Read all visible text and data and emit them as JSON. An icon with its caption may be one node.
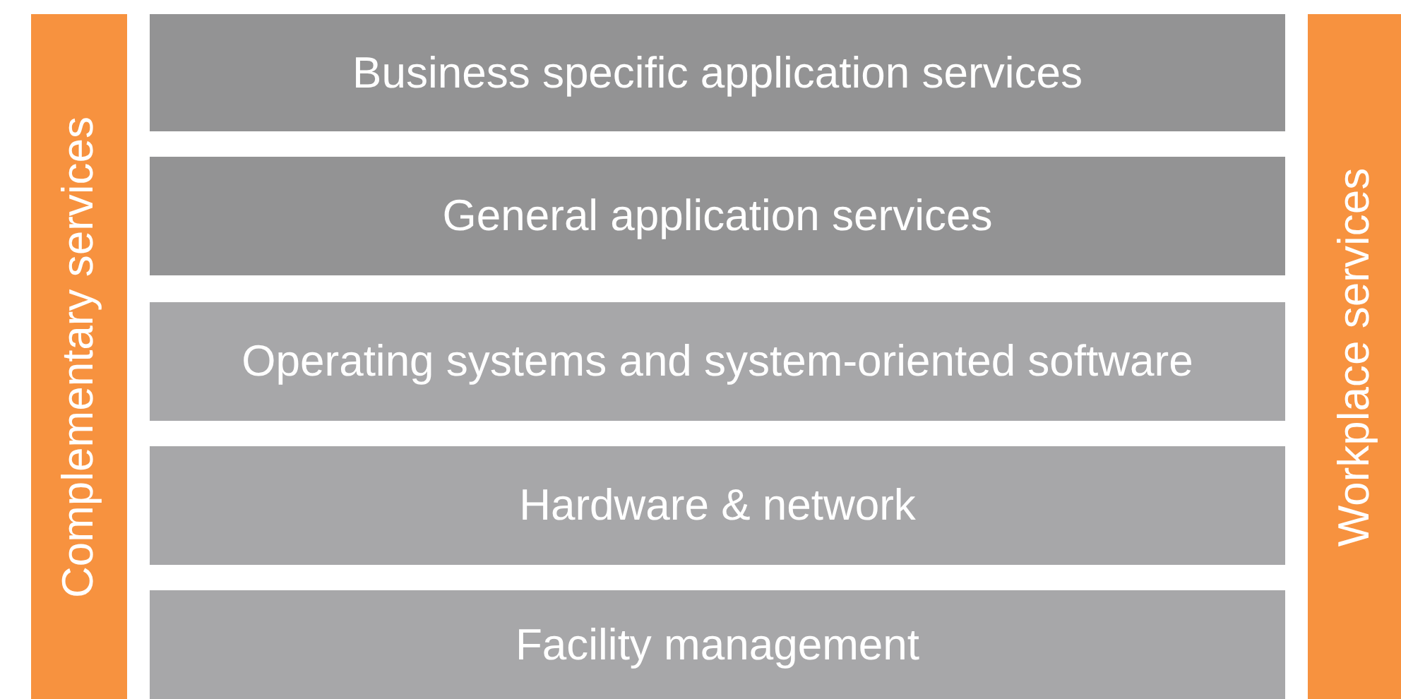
{
  "diagram": {
    "nodes": [
      {
        "text": [
          "Complementary services"
        ]
      },
      {
        "text": [
          "Business specific application services"
        ]
      },
      {
        "text": [
          "General application services"
        ]
      },
      {
        "text": [
          "Operating systems and system-oriented software"
        ]
      },
      {
        "text": [
          "Hardware & network"
        ]
      },
      {
        "text": [
          "Facility management"
        ]
      },
      {
        "text": [
          "Workplace services"
        ]
      }
    ]
  }
}
